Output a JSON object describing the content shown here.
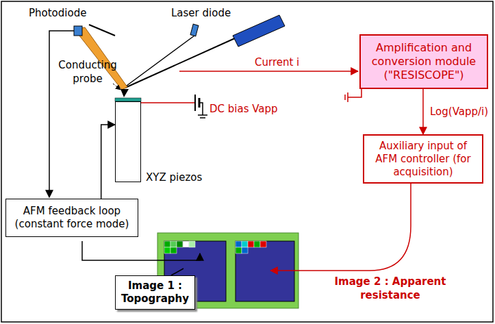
{
  "diagram": {
    "nodes": [
      {
        "text": [
          "Amplification and conversion module (\"RESISCOPE\")"
        ]
      },
      {
        "text": [
          "Auxiliary input of AFM controller (for acquisition)"
        ]
      },
      {
        "text": [
          "AFM feedback loop (constant force mode)"
        ]
      },
      {
        "text": [
          "XYZ piezos"
        ]
      },
      {
        "text": [
          "Image 1 : Topography"
        ]
      }
    ],
    "edges": [
      {
        "from": 0,
        "to": 1,
        "arrow": "to",
        "label": "Log(Vapp/i)"
      },
      {
        "from": 2,
        "to": 3,
        "arrow": "to"
      }
    ],
    "labels": [
      "Photodiode",
      "Laser diode",
      "Conducting probe",
      "Current i",
      "DC bias Vapp",
      "Image 2 : Apparent resistance"
    ]
  }
}
